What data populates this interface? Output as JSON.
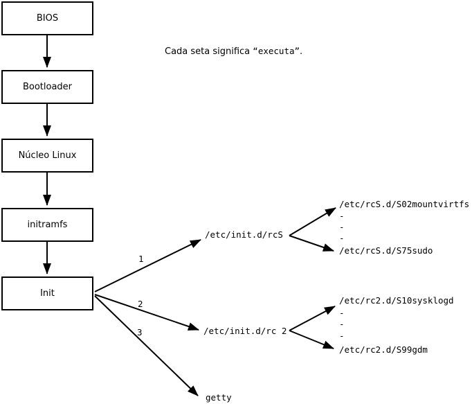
{
  "note": {
    "prefix": "Cada seta significa ",
    "quoted_command": "“executa”",
    "suffix": "."
  },
  "flowchart": {
    "boxes": [
      {
        "label": "BIOS"
      },
      {
        "label": "Bootloader"
      },
      {
        "label": "Núcleo Linux"
      },
      {
        "label": "initramfs"
      },
      {
        "label": "Init"
      }
    ]
  },
  "init_branches": [
    {
      "number": "1",
      "target": "/etc/init.d/rcS"
    },
    {
      "number": "2",
      "target": "/etc/init.d/rc 2"
    },
    {
      "number": "3",
      "target": "getty"
    }
  ],
  "rcS_scripts": {
    "first": "/etc/rcS.d/S02mountvirtfs",
    "ellipsis": [
      "-",
      "-",
      "-"
    ],
    "last": "/etc/rcS.d/S75sudo"
  },
  "rc2_scripts": {
    "first": "/etc/rc2.d/S10sysklogd",
    "ellipsis": [
      "-",
      "-",
      "-"
    ],
    "last": "/etc/rc2.d/S99gdm"
  },
  "colors": {
    "background": "#ffffff",
    "line": "#000000",
    "box_fill": "#ffffff",
    "box_border": "#000000",
    "text": "#000000"
  }
}
